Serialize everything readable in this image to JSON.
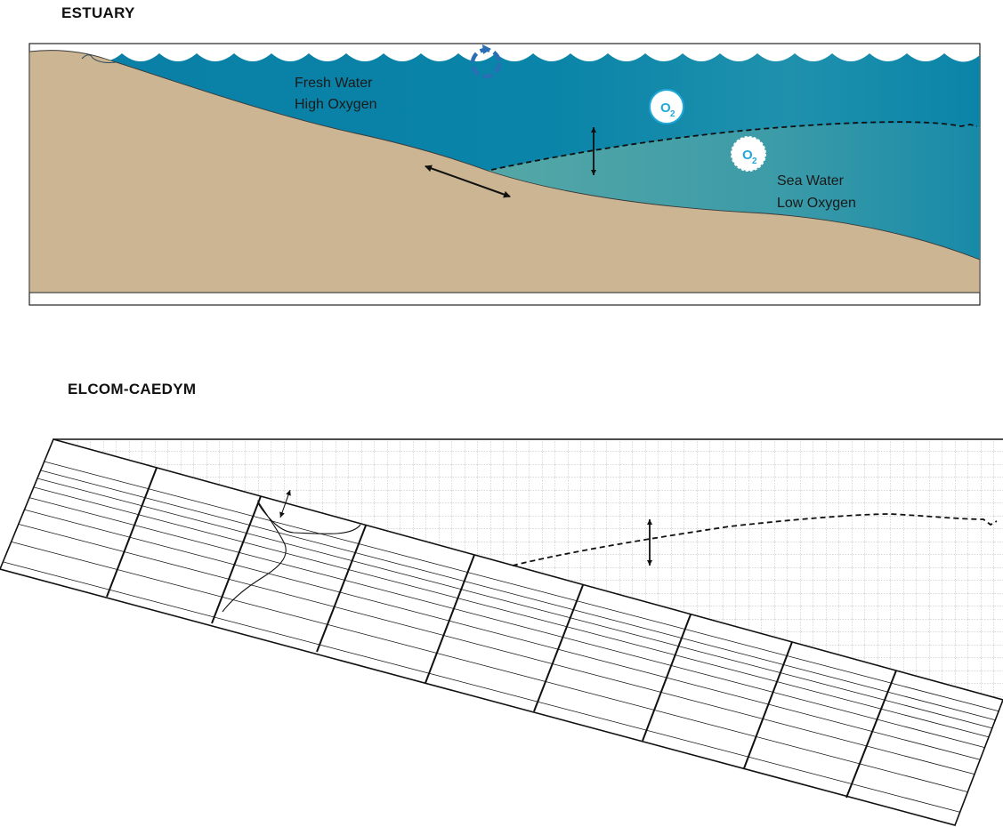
{
  "estuary": {
    "title": "ESTUARY",
    "fresh_label_line1": "Fresh Water",
    "fresh_label_line2": "High Oxygen",
    "sea_label_line1": "Sea Water",
    "sea_label_line2": "Low Oxygen",
    "oxygen_symbol": "O",
    "oxygen_subscript": "2",
    "colors": {
      "fresh_water": "#0a84a8",
      "sea_water": "#4fa3a5",
      "sediment": "#ccb592",
      "oxygen_badge": "#21a8d8",
      "mixing_icon": "#2a6fb4"
    }
  },
  "elcom": {
    "title": "ELCOM-CAEDYM",
    "colors": {
      "grid_dots": "#9a9a9a",
      "lines": "#111111"
    }
  }
}
